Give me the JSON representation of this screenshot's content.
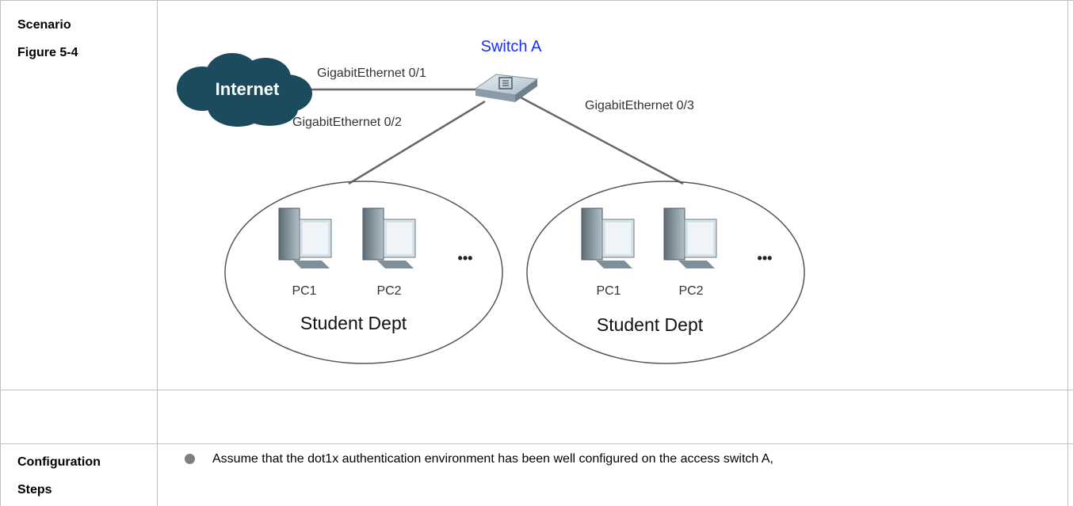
{
  "row1": {
    "label_line1": "Scenario",
    "label_line2": "Figure 5-4"
  },
  "diagram": {
    "switch_label": "Switch A",
    "cloud_label": "Internet",
    "port_01": "GigabitEthernet 0/1",
    "port_02": "GigabitEthernet 0/2",
    "port_03": "GigabitEthernet 0/3",
    "groups": [
      {
        "pc1": "PC1",
        "pc2": "PC2",
        "dept": "Student Dept"
      },
      {
        "pc1": "PC1",
        "pc2": "PC2",
        "dept": "Student Dept"
      }
    ],
    "ellipsis": "•••",
    "colors": {
      "cloud": "#1b4b5c",
      "switch_label": "#1a2cff",
      "link": "#666666"
    }
  },
  "row3": {
    "label_line1": "Configuration",
    "label_line2": "Steps",
    "bullet_text": "Assume that the dot1x authentication environment has been well configured on the access switch A,"
  }
}
